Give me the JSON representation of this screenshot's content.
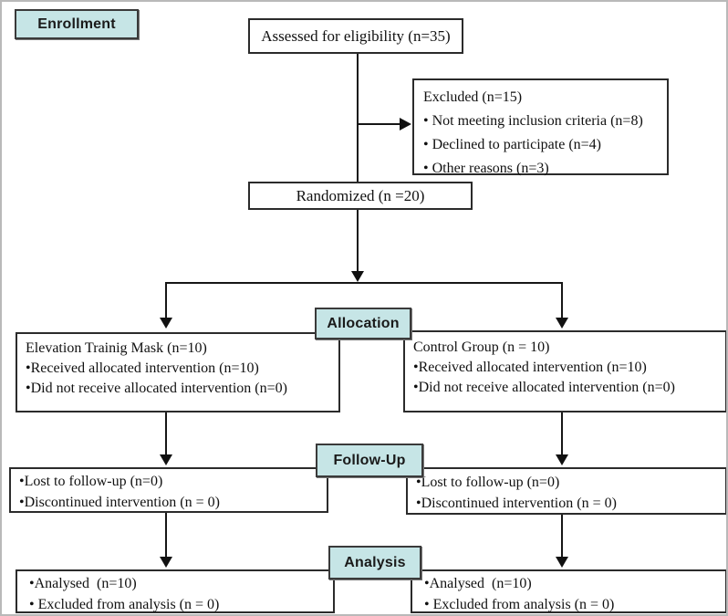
{
  "colors": {
    "stage_label_bg": "#c6e5e6",
    "stage_label_border": "#3a3a3a",
    "box_border": "#2b2b2b",
    "connector": "#111111",
    "background": "#ffffff"
  },
  "stage_labels": {
    "enrollment": "Enrollment",
    "allocation": "Allocation",
    "followup": "Follow-Up",
    "analysis": "Analysis"
  },
  "boxes": {
    "assessed": {
      "text": "Assessed for eligibility (n=35)"
    },
    "excluded": {
      "title": "Excluded (n=15)",
      "items": [
        "• Not meeting inclusion criteria (n=8)",
        "• Declined to participate (n=4)",
        "• Other reasons (n=3)"
      ]
    },
    "randomized": {
      "text": "Randomized (n =20)"
    },
    "allocation_left": {
      "title": "Elevation Trainig Mask (n=10)",
      "items": [
        "•Received allocated intervention (n=10)",
        "•Did not receive allocated intervention (n=0)"
      ]
    },
    "allocation_right": {
      "title": "Control Group (n = 10)",
      "items": [
        "•Received allocated intervention (n=10)",
        "•Did not receive allocated intervention (n=0)"
      ]
    },
    "followup_left": {
      "items": [
        "•Lost to follow-up (n=0)",
        "•Discontinued intervention (n = 0)"
      ]
    },
    "followup_right": {
      "items": [
        "•Lost to follow-up (n=0)",
        "•Discontinued intervention (n = 0)"
      ]
    },
    "analysis_left": {
      "items": [
        "•Analysed  (n=10)",
        "• Excluded from analysis (n = 0)"
      ]
    },
    "analysis_right": {
      "items": [
        "•Analysed  (n=10)",
        "• Excluded from analysis (n = 0)"
      ]
    }
  }
}
